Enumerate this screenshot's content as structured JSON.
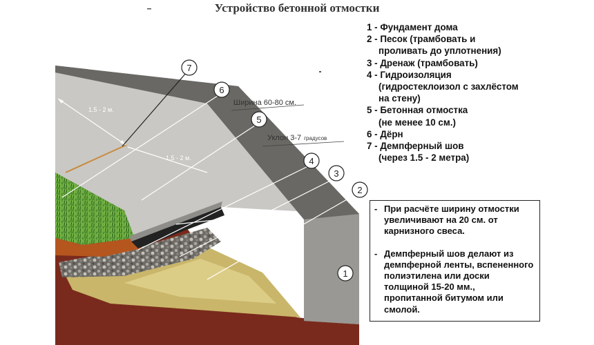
{
  "title": "Устройство бетонной отмостки",
  "legend": [
    {
      "text": "1 - Фундамент дома",
      "indent": false
    },
    {
      "text": "2 - Песок (трамбовать и",
      "indent": false
    },
    {
      "text": "проливать до уплотнения)",
      "indent": true
    },
    {
      "text": "3 - Дренаж (трамбовать)",
      "indent": false
    },
    {
      "text": "4 - Гидроизоляция",
      "indent": false
    },
    {
      "text": "(гидростеклоизол с захлёстом",
      "indent": true
    },
    {
      "text": "на стену)",
      "indent": true
    },
    {
      "text": "5 - Бетонная отмостка",
      "indent": false
    },
    {
      "text": "(не менее 10 см.)",
      "indent": true
    },
    {
      "text": "6 - Дёрн",
      "indent": false
    },
    {
      "text": "7 - Демпферный шов",
      "indent": false
    },
    {
      "text": "(через 1.5 - 2 метра)",
      "indent": true
    }
  ],
  "notes": {
    "dash": "-",
    "note1": "При расчёте ширину отмостки увеличивают на 20 см. от карнизного свеса.",
    "note2": "Демпферный шов делают из демпферной ленты, вспененного полиэтилена или   доски толщиной 15-20 мм., пропитанной битумом или смолой."
  },
  "labels": {
    "width": "Ширина 60-80 см.",
    "slope": "Уклон 3-7",
    "slope_unit": "градусов",
    "dim_top": "1.5 - 2 м.",
    "dim_mid": "1.5 - 2 м."
  },
  "callouts": [
    "1",
    "2",
    "3",
    "4",
    "5",
    "6",
    "7"
  ]
}
